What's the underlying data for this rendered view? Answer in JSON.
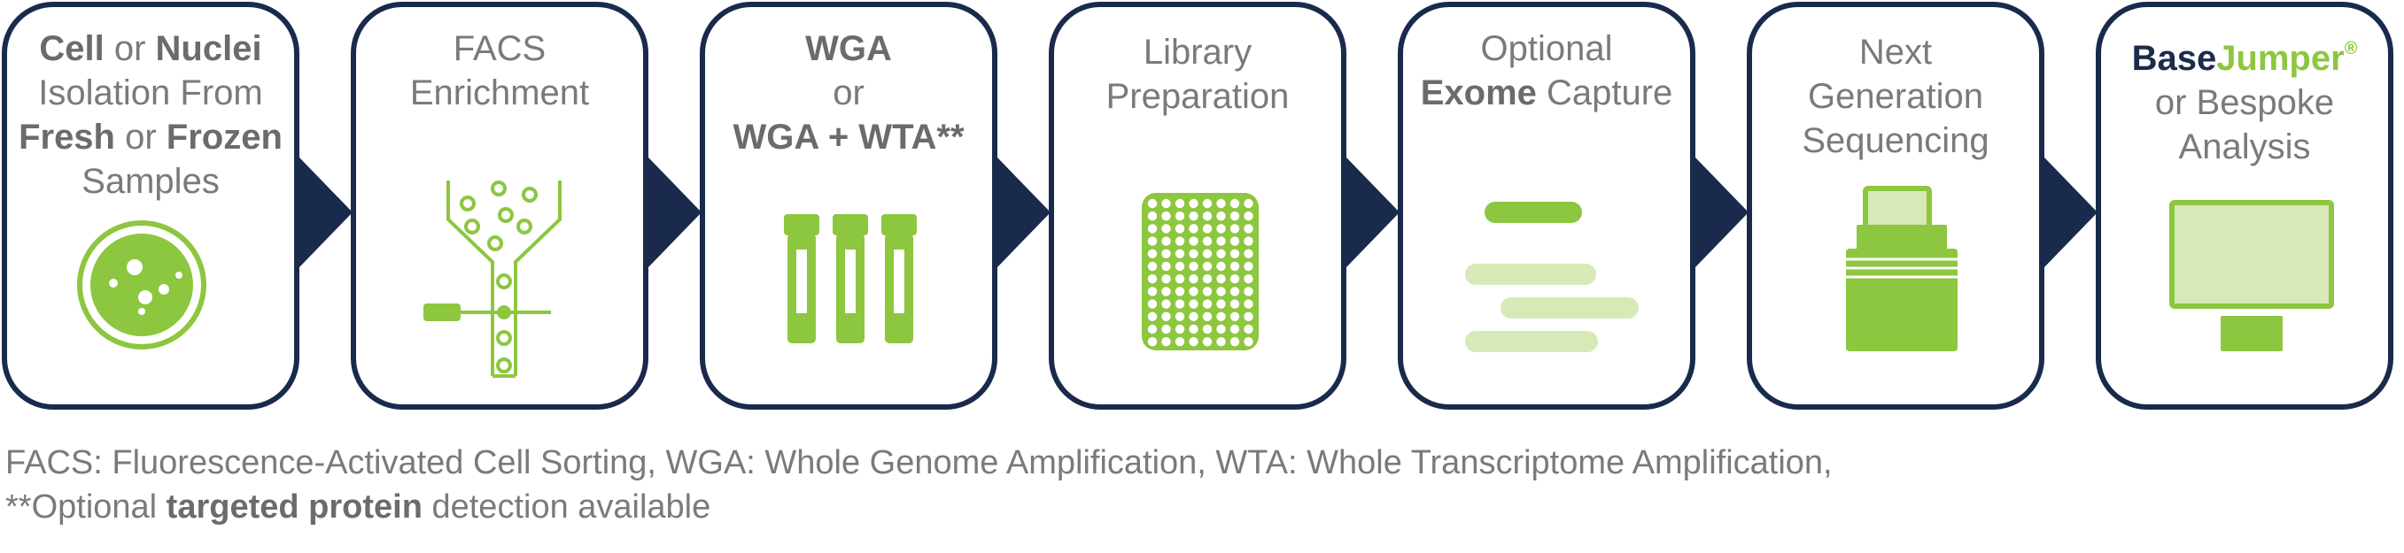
{
  "colors": {
    "navy": "#1a2a4c",
    "green": "#8dc63f",
    "light_green": "#d8e9b8",
    "text_gray": "#7a7a7a"
  },
  "steps": [
    {
      "lines": [
        [
          "Cell",
          " or ",
          "Nuclei"
        ],
        [
          "Isolation From"
        ],
        [
          "Fresh",
          " or ",
          "Frozen"
        ],
        [
          "Samples"
        ]
      ],
      "icon": "petri-dish-icon"
    },
    {
      "lines": [
        [
          "FACS"
        ],
        [
          "Enrichment"
        ]
      ],
      "icon": "facs-sorter-icon"
    },
    {
      "lines": [
        [
          "WGA"
        ],
        [
          "or"
        ],
        [
          "WGA + WTA**"
        ]
      ],
      "icon": "test-tubes-icon"
    },
    {
      "lines": [
        [
          "Library"
        ],
        [
          "Preparation"
        ]
      ],
      "icon": "well-plate-icon"
    },
    {
      "lines": [
        [
          "Optional"
        ],
        [
          "Exome",
          " Capture"
        ]
      ],
      "icon": "exome-bars-icon"
    },
    {
      "lines": [
        [
          "Next"
        ],
        [
          "Generation"
        ],
        [
          "Sequencing"
        ]
      ],
      "icon": "sequencer-icon"
    },
    {
      "brand_base": "Base",
      "brand_jumper": "Jumper",
      "brand_reg": "®",
      "lines": [
        [
          "or Bespoke"
        ],
        [
          "Analysis"
        ]
      ],
      "icon": "monitor-icon"
    }
  ],
  "footnote": {
    "line1": "FACS: Fluorescence-Activated Cell Sorting, WGA: Whole Genome Amplification, WTA: Whole Transcriptome Amplification,",
    "line2_pre": "**Optional ",
    "line2_bold": "targeted protein",
    "line2_post": " detection available"
  }
}
